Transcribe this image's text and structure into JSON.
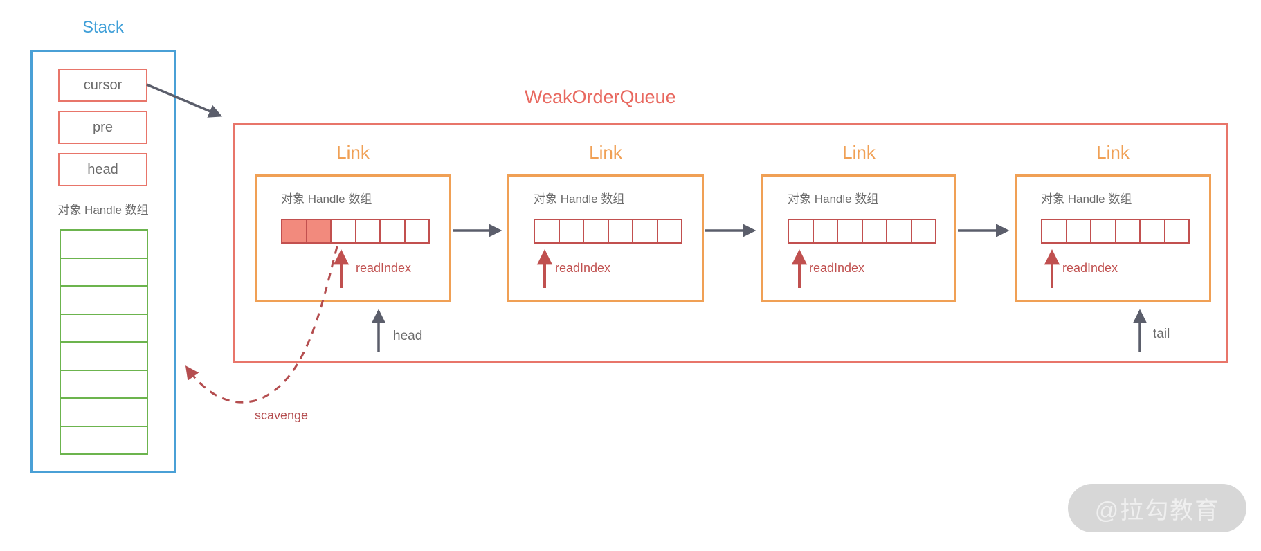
{
  "diagram": {
    "stack": {
      "title": "Stack",
      "fields": [
        "cursor",
        "pre",
        "head"
      ],
      "array_label": "对象 Handle 数组",
      "array_cells": 8
    },
    "queue": {
      "title": "WeakOrderQueue",
      "head_label": "head",
      "tail_label": "tail",
      "links": [
        {
          "title": "Link",
          "array_label": "对象 Handle 数组",
          "cells": 6,
          "filled": 2,
          "read_index_label": "readIndex"
        },
        {
          "title": "Link",
          "array_label": "对象 Handle 数组",
          "cells": 6,
          "filled": 0,
          "read_index_label": "readIndex"
        },
        {
          "title": "Link",
          "array_label": "对象 Handle 数组",
          "cells": 6,
          "filled": 0,
          "read_index_label": "readIndex"
        },
        {
          "title": "Link",
          "array_label": "对象 Handle 数组",
          "cells": 6,
          "filled": 0,
          "read_index_label": "readIndex"
        }
      ]
    },
    "scavenge_label": "scavenge",
    "watermark": "@拉勾教育",
    "colors": {
      "stack_border": "#4aa0d6",
      "stack_title": "#3f9fd8",
      "field_border": "#e8756a",
      "queue_border": "#e8756a",
      "queue_title": "#e8685f",
      "link_border": "#f0a055",
      "link_title": "#f0a055",
      "cell_border": "#c2504f",
      "cell_fill": "#f28a7d",
      "green_cell_border": "#6cb44e",
      "read_index": "#c0504f",
      "scavenge": "#b44d4f",
      "arrow_gray": "#5b5e6b",
      "text_gray": "#6b6b6b",
      "watermark_bg": "#d7d7d7",
      "watermark_text": "#efefef"
    }
  }
}
